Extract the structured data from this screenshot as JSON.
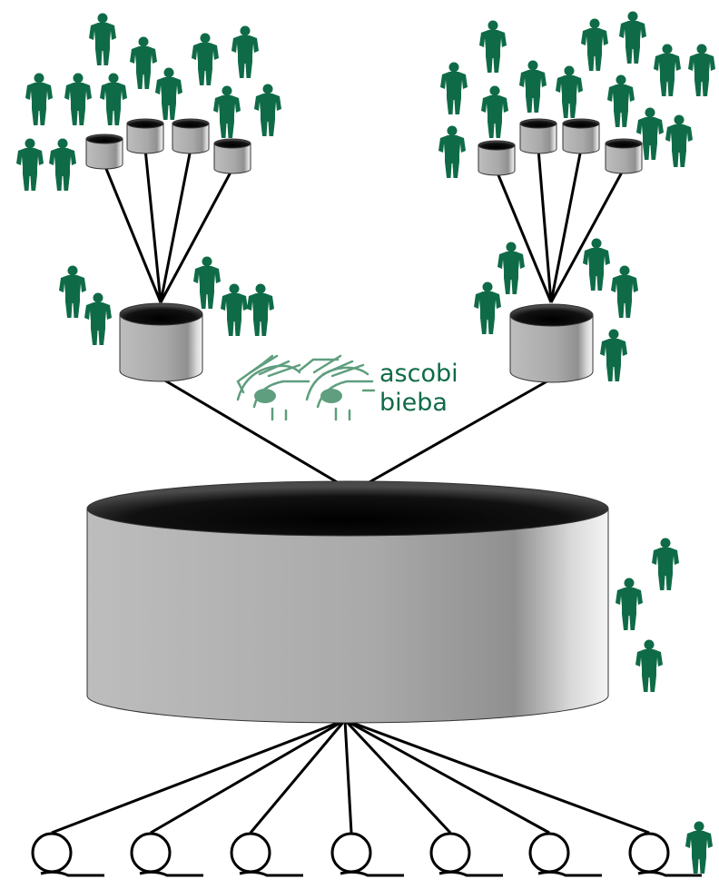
{
  "colors": {
    "person": "#0f6b47",
    "logo": "#0f6b47",
    "logo_light": "#5f9e7e",
    "cylinder_top": "#111111",
    "cylinder_body_light": "#e6e6e6",
    "cylinder_body_dark": "#8c8c8c",
    "line": "#000000"
  },
  "logo": {
    "line1": "ascobi",
    "line2": "bieba"
  },
  "icons": {
    "person": "person-icon",
    "database": "database-cylinder-icon",
    "node": "node-circle-icon",
    "logo": "ascobi-bieba-logo"
  }
}
